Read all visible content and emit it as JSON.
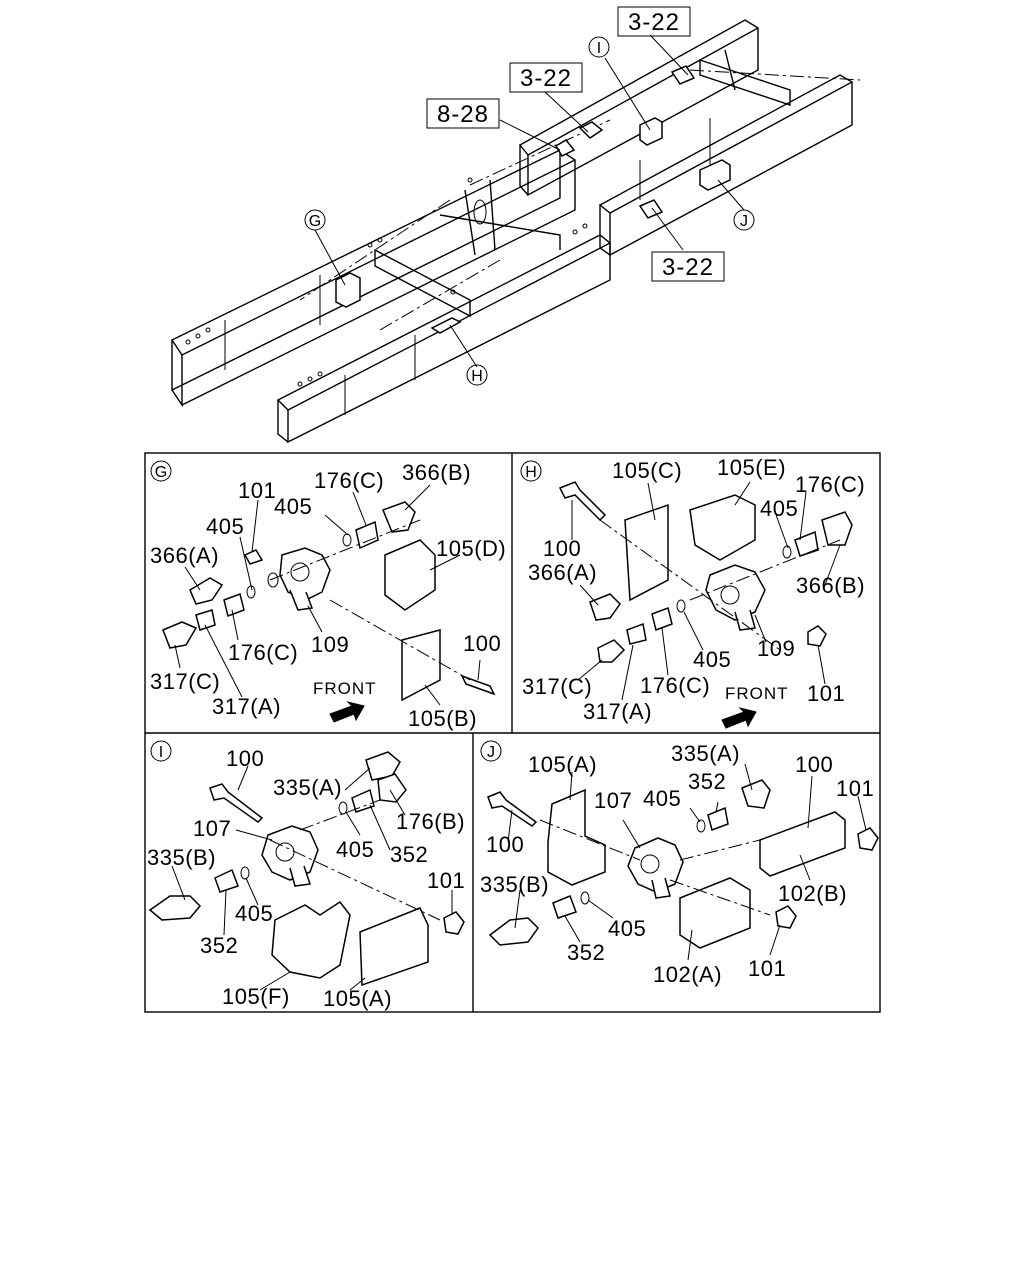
{
  "overview": {
    "refs": [
      "3-22",
      "3-22",
      "8-28",
      "3-22"
    ],
    "views": [
      "I",
      "G",
      "H",
      "J"
    ]
  },
  "panels": {
    "G": {
      "id": "G",
      "labels": [
        "101",
        "405",
        "176(C)",
        "366(B)",
        "405",
        "366(A)",
        "105(D)",
        "176(C)",
        "109",
        "100",
        "317(C)",
        "317(A)",
        "105(B)"
      ],
      "front": "FRONT"
    },
    "H": {
      "id": "H",
      "labels": [
        "105(C)",
        "105(E)",
        "176(C)",
        "405",
        "100",
        "366(A)",
        "366(B)",
        "405",
        "109",
        "317(C)",
        "176(C)",
        "317(A)",
        "101"
      ],
      "front": "FRONT"
    },
    "I": {
      "id": "I",
      "labels": [
        "100",
        "335(A)",
        "107",
        "176(B)",
        "405",
        "352",
        "335(B)",
        "101",
        "405",
        "352",
        "105(F)",
        "105(A)"
      ]
    },
    "J": {
      "id": "J",
      "labels": [
        "105(A)",
        "335(A)",
        "100",
        "352",
        "107",
        "405",
        "101",
        "100",
        "102(B)",
        "335(B)",
        "405",
        "352",
        "102(A)",
        "101"
      ]
    }
  }
}
